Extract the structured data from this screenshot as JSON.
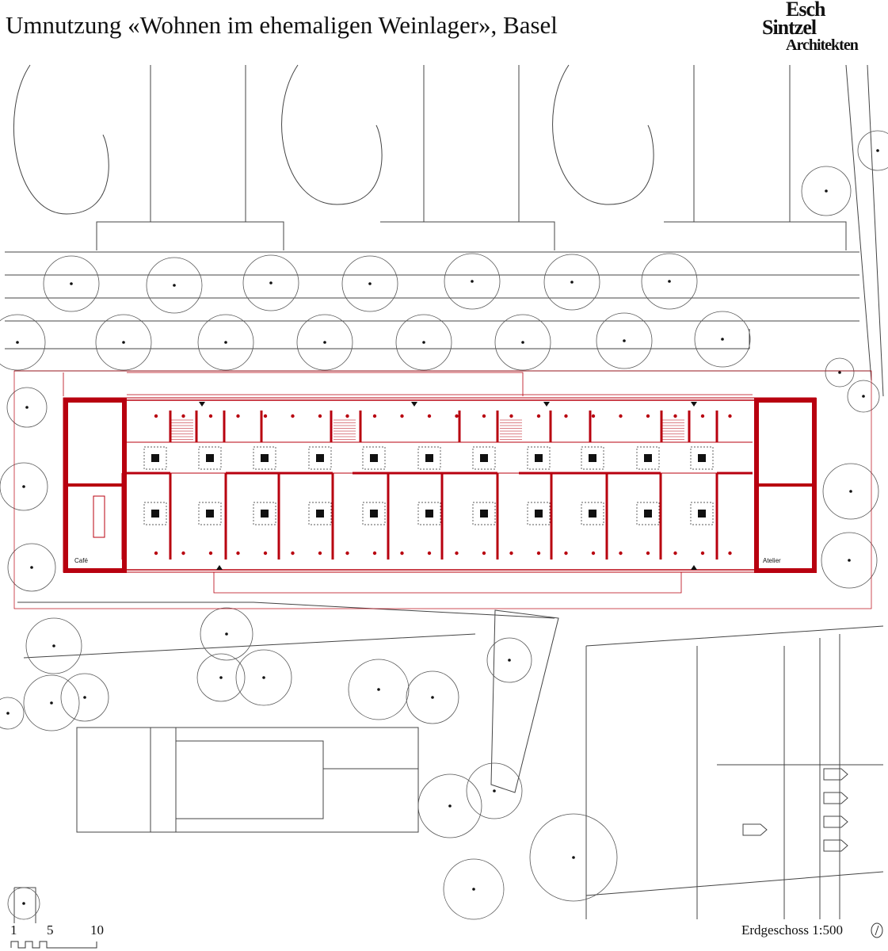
{
  "title": "Umnutzung «Wohnen im ehemaligen Weinlager», Basel",
  "logo": {
    "line1": "Esch",
    "line2": "Sintzel",
    "line3": "Architekten"
  },
  "rooms": {
    "cafe": "Café",
    "atelier": "Atelier"
  },
  "scale_bar": {
    "labels": [
      "1",
      "5",
      "10"
    ]
  },
  "floor_label": "Erdgeschoss 1:500",
  "icons": {
    "north": "north-arrow-icon"
  },
  "colors": {
    "plan_red": "#b8000f",
    "lines": "#555555"
  }
}
